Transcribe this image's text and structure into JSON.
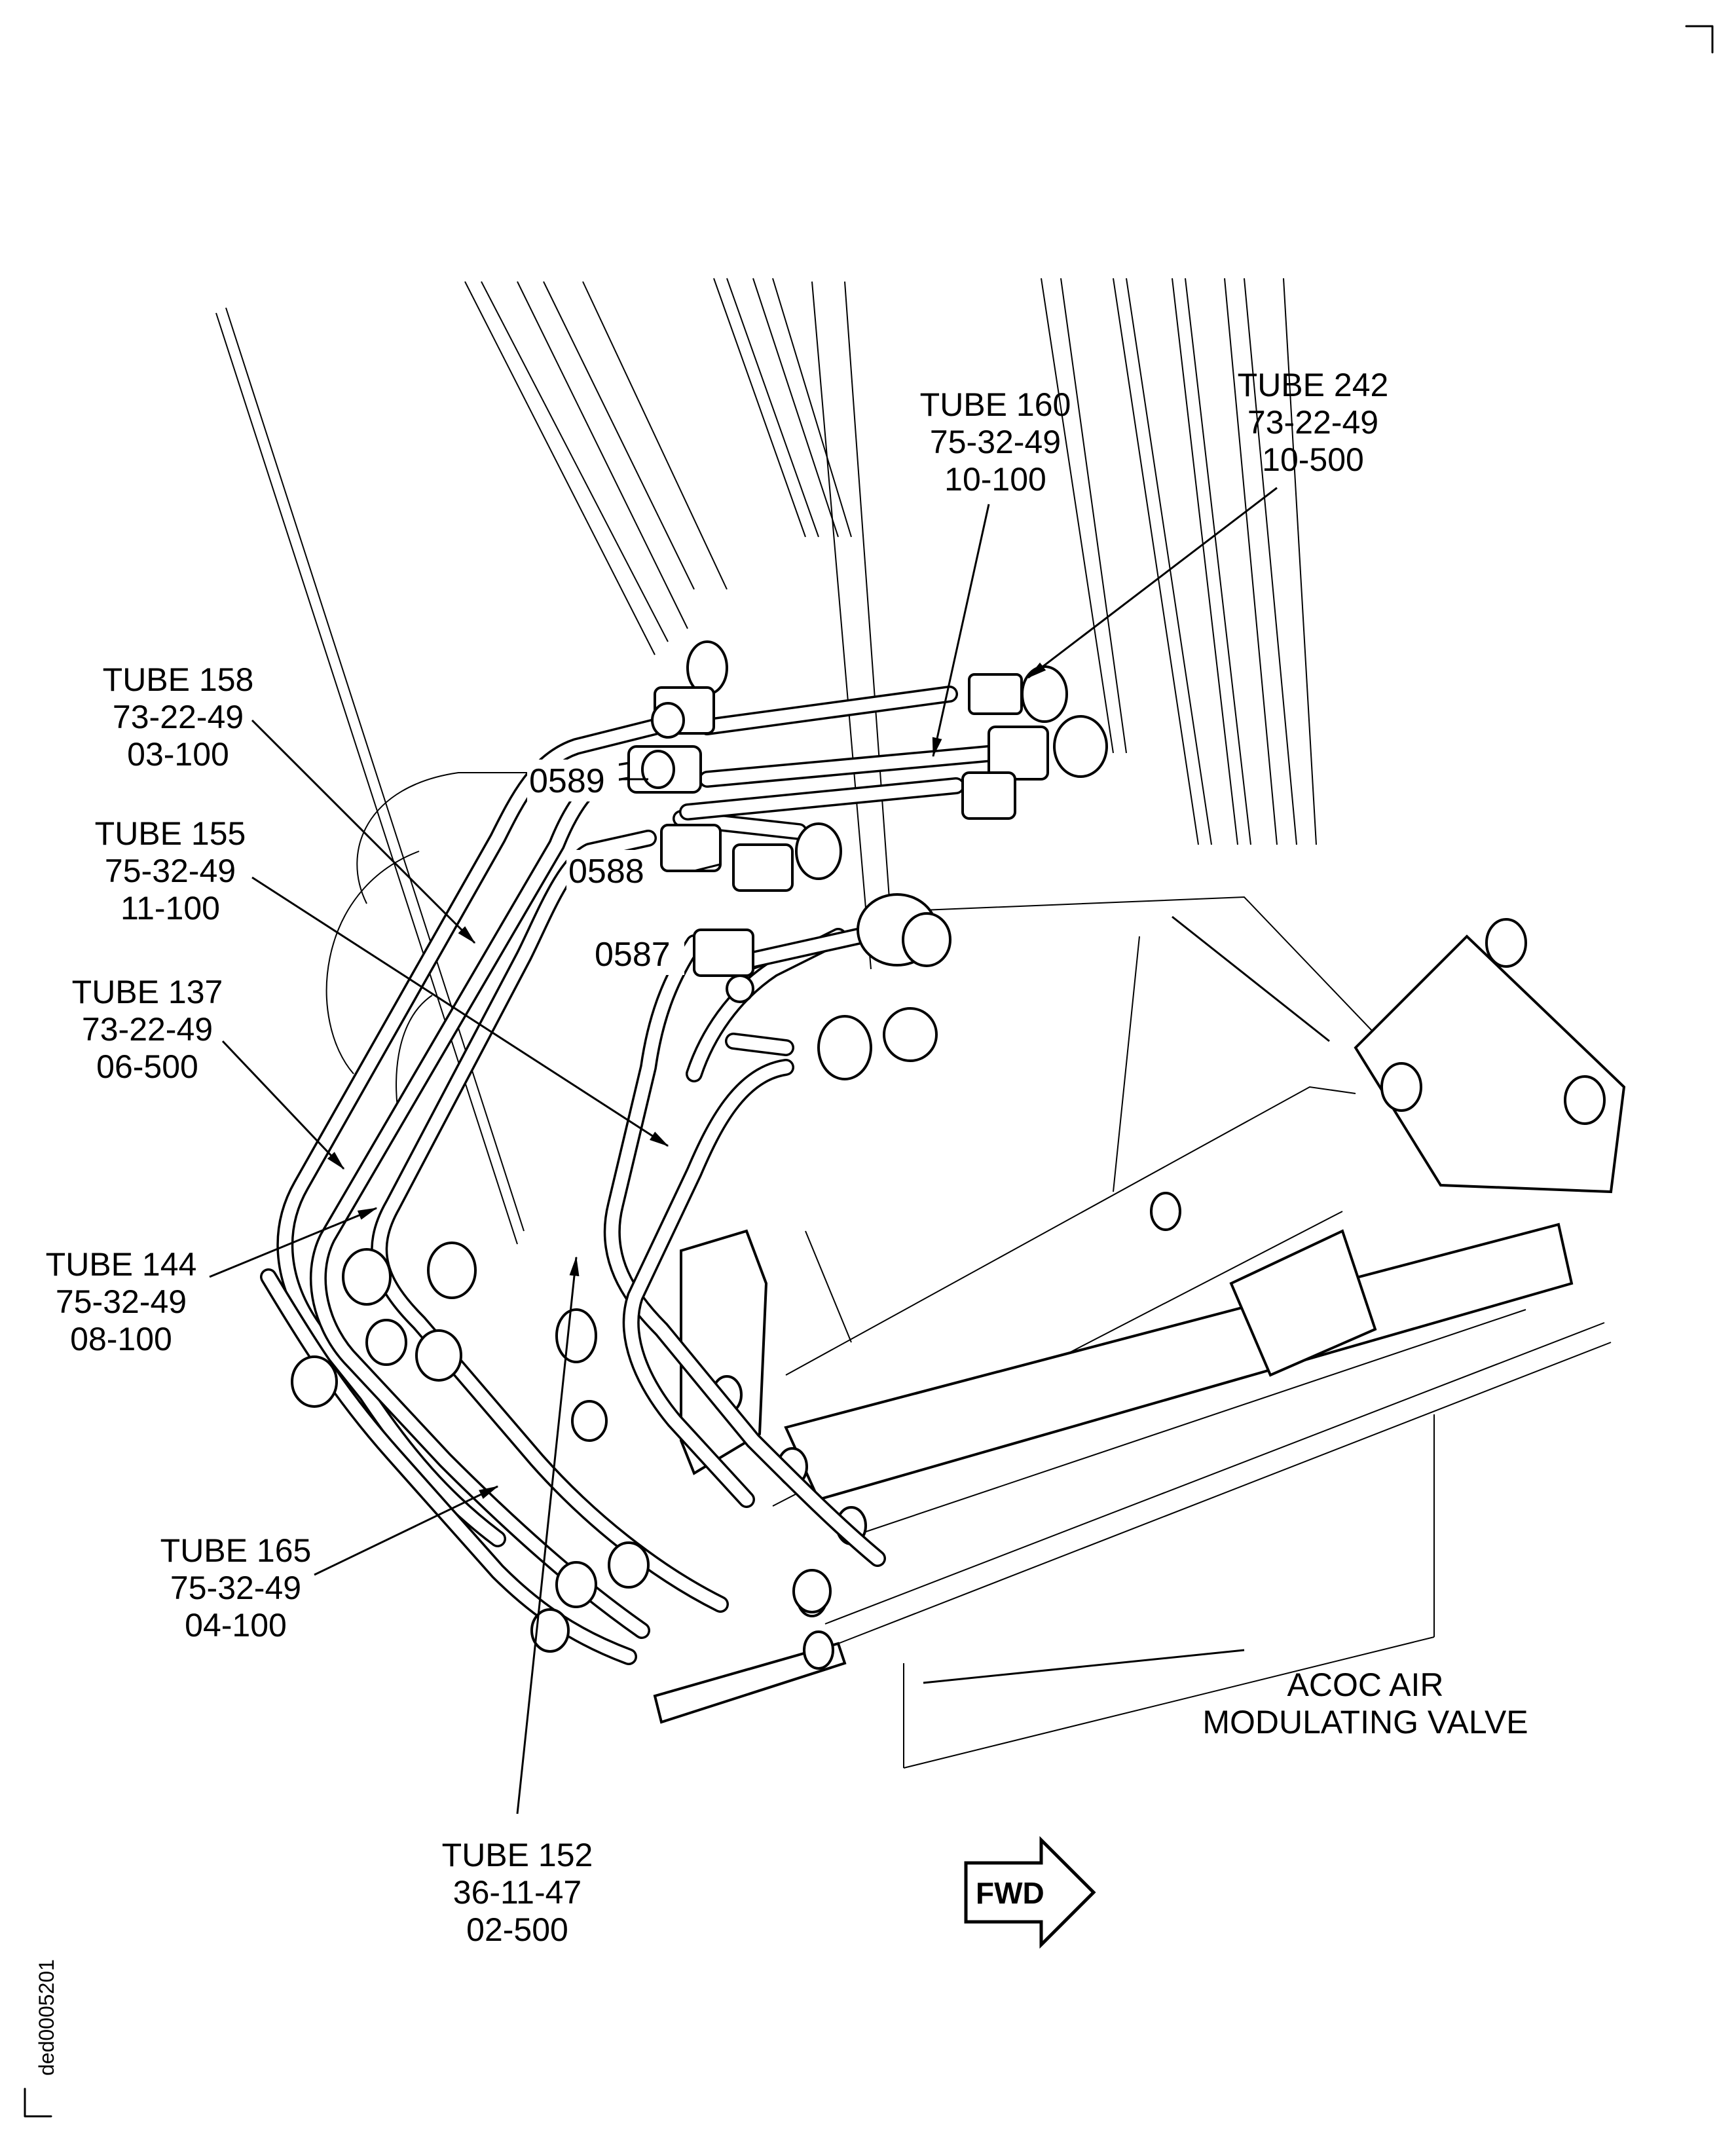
{
  "callouts": [
    {
      "name": "tube-242",
      "lines": [
        "TUBE 242",
        "73-22-49",
        "10-500"
      ]
    },
    {
      "name": "tube-160",
      "lines": [
        "TUBE 160",
        "75-32-49",
        "10-100"
      ]
    },
    {
      "name": "tube-158",
      "lines": [
        "TUBE 158",
        "73-22-49",
        "03-100"
      ]
    },
    {
      "name": "tube-155",
      "lines": [
        "TUBE 155",
        "75-32-49",
        "11-100"
      ]
    },
    {
      "name": "tube-137",
      "lines": [
        "TUBE 137",
        "73-22-49",
        "06-500"
      ]
    },
    {
      "name": "tube-144",
      "lines": [
        "TUBE 144",
        "75-32-49",
        "08-100"
      ]
    },
    {
      "name": "tube-165",
      "lines": [
        "TUBE 165",
        "75-32-49",
        "04-100"
      ]
    },
    {
      "name": "tube-152",
      "lines": [
        "TUBE 152",
        "36-11-47",
        "02-500"
      ]
    }
  ],
  "codes": [
    "0589",
    "0588",
    "0587"
  ],
  "valve_label": [
    "ACOC AIR",
    "MODULATING VALVE"
  ],
  "fwd_label": "FWD",
  "figure_id": "ded0005201"
}
